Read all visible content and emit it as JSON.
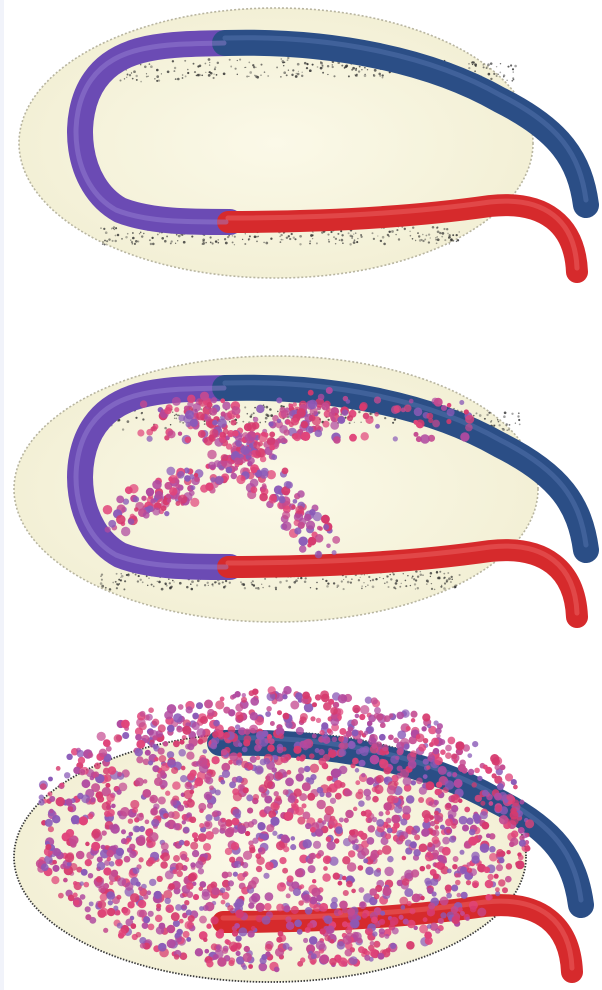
{
  "figure": {
    "panels": [
      {
        "stage": "tube",
        "particle_density": 0
      },
      {
        "stage": "spreading",
        "particle_density": 0.3
      },
      {
        "stage": "filled",
        "particle_density": 1.0
      }
    ],
    "colors": {
      "background": "#ffffff",
      "disc_fill": "#f8f6e2",
      "disc_rim": "#b9b6a4",
      "stipple": "#2b2b2b",
      "tube_top": "#2b4e86",
      "tube_left": "#6849b0",
      "tube_bottom": "#d62a2c",
      "particle_red": "#d63a6e",
      "particle_magenta": "#c44a90",
      "particle_purple": "#8a5ab8"
    },
    "icons": [
      "disc",
      "cell-tube",
      "particle-cloud"
    ]
  }
}
